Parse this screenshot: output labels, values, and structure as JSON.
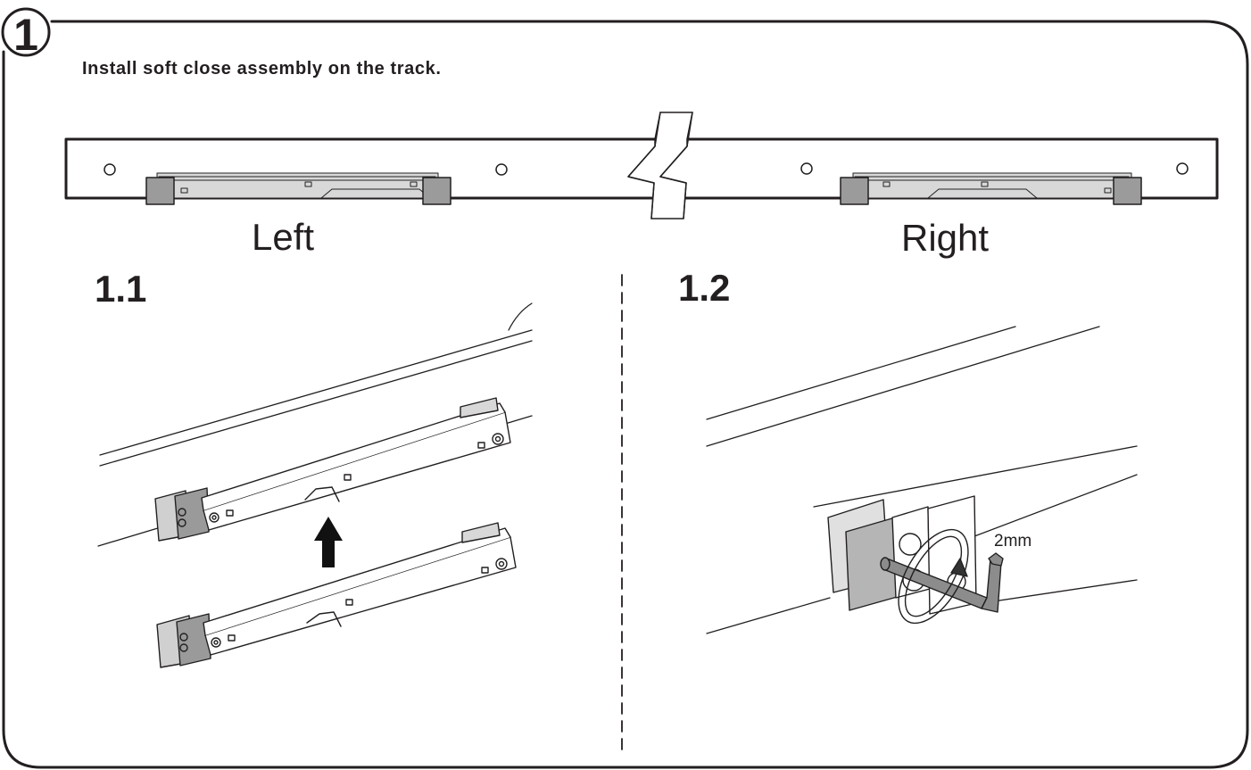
{
  "step": {
    "number": "1",
    "instruction": "Install soft close assembly on the track."
  },
  "overview": {
    "left_label": "Left",
    "right_label": "Right"
  },
  "substeps": [
    {
      "label": "1.1"
    },
    {
      "label": "1.2"
    }
  ],
  "callouts": {
    "tool_size": "2mm"
  },
  "colors": {
    "ink": "#231f20",
    "damper_fill": "#d8d8d8",
    "clip_fill": "#9b9b9b",
    "arrow_fill": "#111111"
  }
}
